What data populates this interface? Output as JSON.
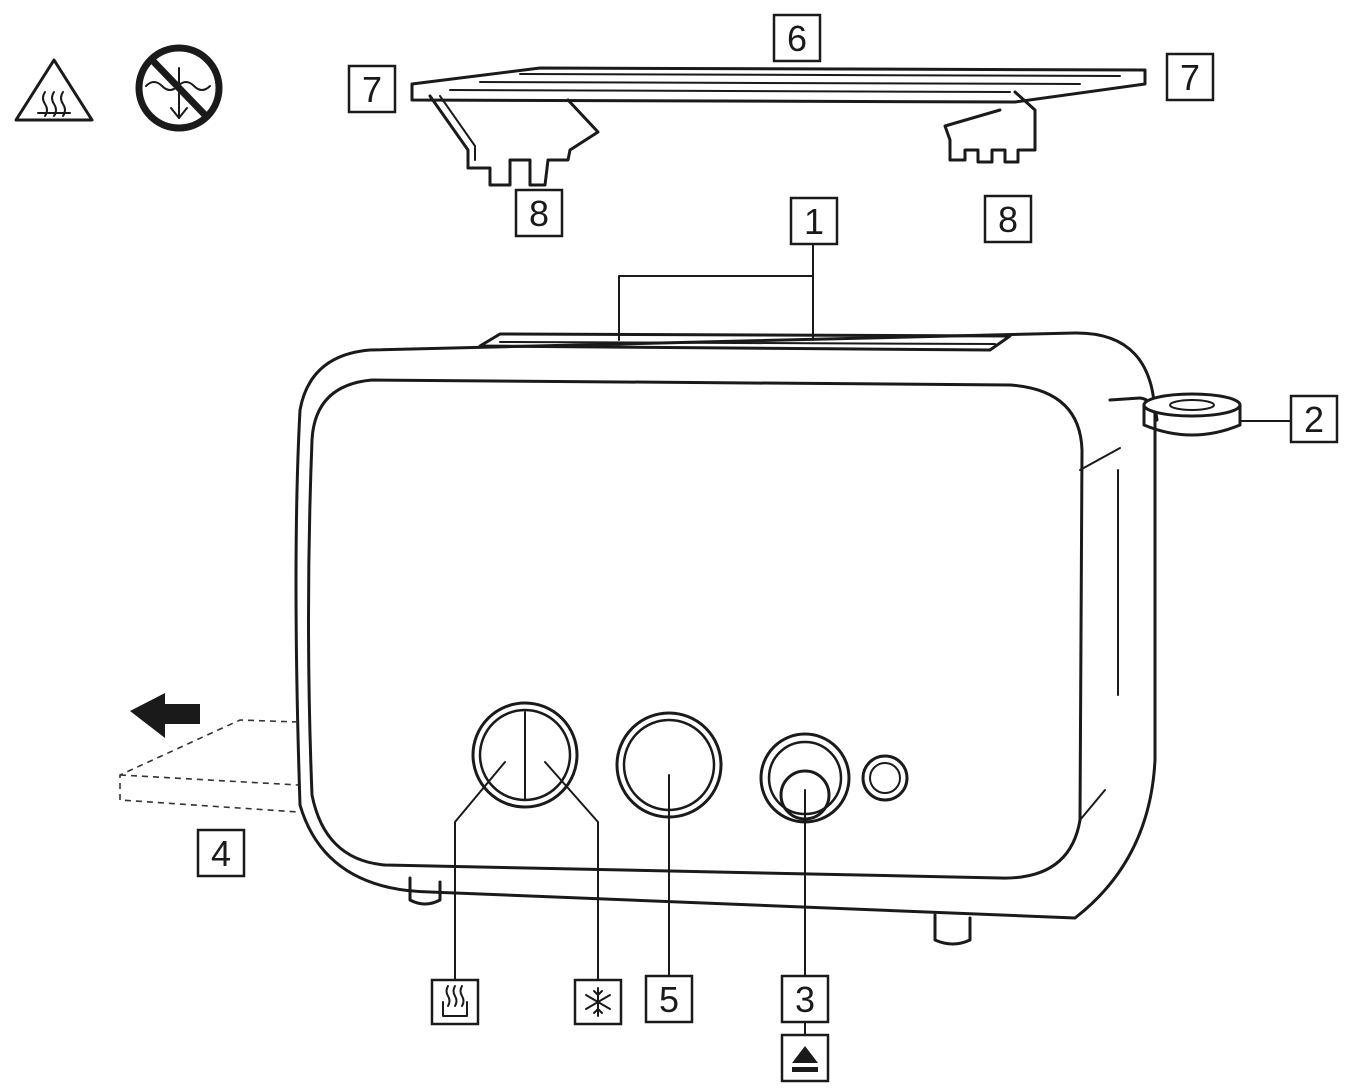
{
  "callouts": [
    {
      "id": "c1",
      "text": "1"
    },
    {
      "id": "c2",
      "text": "2"
    },
    {
      "id": "c3",
      "text": "3"
    },
    {
      "id": "c4",
      "text": "4"
    },
    {
      "id": "c5",
      "text": "5"
    },
    {
      "id": "c6",
      "text": "6"
    },
    {
      "id": "c7a",
      "text": "7"
    },
    {
      "id": "c7b",
      "text": "7"
    },
    {
      "id": "c8a",
      "text": "8"
    },
    {
      "id": "c8b",
      "text": "8"
    }
  ],
  "icons": [
    "hot-surface-warning-icon",
    "do-not-immerse-icon",
    "reheat-icon",
    "defrost-icon",
    "cancel-eject-icon",
    "crumb-tray-arrow-icon"
  ],
  "colors": {
    "line": "#1a1a1a",
    "background": "#ffffff"
  }
}
